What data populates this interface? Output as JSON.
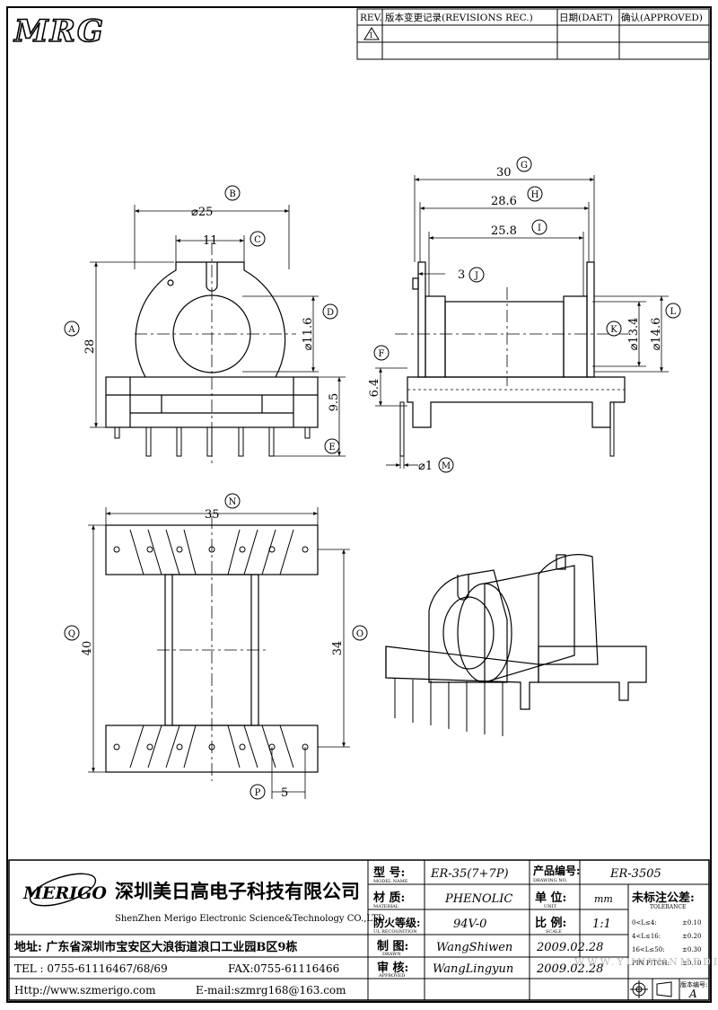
{
  "logo_text": "MRG",
  "revision_table": {
    "headers": {
      "rev": "REV.",
      "desc": "版本变更记录(REVISIONS REC.)",
      "date": "日期(DAET)",
      "approved": "确认(APPROVED)"
    },
    "row1_rev_mark": "1"
  },
  "dimensions": {
    "front": {
      "B": "⌀25",
      "C": "11",
      "D": "⌀11.6",
      "A": "28",
      "E": "9.5"
    },
    "side": {
      "G": "30",
      "H": "28.6",
      "I": "25.8",
      "J": "3",
      "K": "⌀13.4",
      "L": "⌀14.6",
      "F": "6.4",
      "M": "⌀1"
    },
    "top": {
      "N": "35",
      "Q": "40",
      "O": "34",
      "P": "5"
    }
  },
  "callouts": [
    "A",
    "B",
    "C",
    "D",
    "E",
    "F",
    "G",
    "H",
    "I",
    "J",
    "K",
    "L",
    "M",
    "N",
    "O",
    "P",
    "Q"
  ],
  "title_block": {
    "company_logo": "MERIGO",
    "company_cn": "深圳美日高电子科技有限公司",
    "company_en": "ShenZhen Merigo Electronic Science&Technology CO.,LTD",
    "address": "地址: 广东省深圳市宝安区大浪街道浪口工业园B区9栋",
    "tel": "TEL : 0755-61116467/68/69",
    "fax": "FAX:0755-61116466",
    "http": "Http://www.szmerigo.com",
    "email": "E-mail:szmrg168@163.com",
    "model_label": "型 号:",
    "model_label_en": "MODEL NAME",
    "model_value": "ER-35(7+7P)",
    "drawing_no_label": "产品编号:",
    "drawing_no_label_en": "DRAWING NO.",
    "drawing_no_value": "ER-3505",
    "material_label": "材 质:",
    "material_label_en": "MATERIAL",
    "material_value": "PHENOLIC",
    "unit_label": "单 位:",
    "unit_label_en": "UNIT",
    "unit_value": "mm",
    "tolerance_label": "未标注公差:",
    "tolerance_label_en": "TOLERANCE",
    "flame_label": "防火等级:",
    "flame_label_en": "UL RECOGNITION",
    "flame_value": "94V-0",
    "scale_label": "比 例:",
    "scale_label_en": "SCALE",
    "scale_value": "1:1",
    "drawn_label": "制 图:",
    "drawn_label_en": "DRAWN",
    "drawn_value": "WangShiwen",
    "drawn_date": "2009.02.28",
    "approved_label": "审 核:",
    "approved_label_en": "APPROVED",
    "approved_value": "WangLingyun",
    "approved_date": "2009.02.28",
    "tolerances": [
      {
        "range": "0<L≤4:",
        "value": "±0.10"
      },
      {
        "range": "4<L≤16:",
        "value": "±0.20"
      },
      {
        "range": "16<L≤50:",
        "value": "±0.30"
      },
      {
        "range": "PIN PITCH:",
        "value": "±0.10"
      }
    ],
    "version_label": "版本编号:",
    "version_value": "A",
    "watermark": "WWW.YUNYUNMEDIA.COM"
  }
}
